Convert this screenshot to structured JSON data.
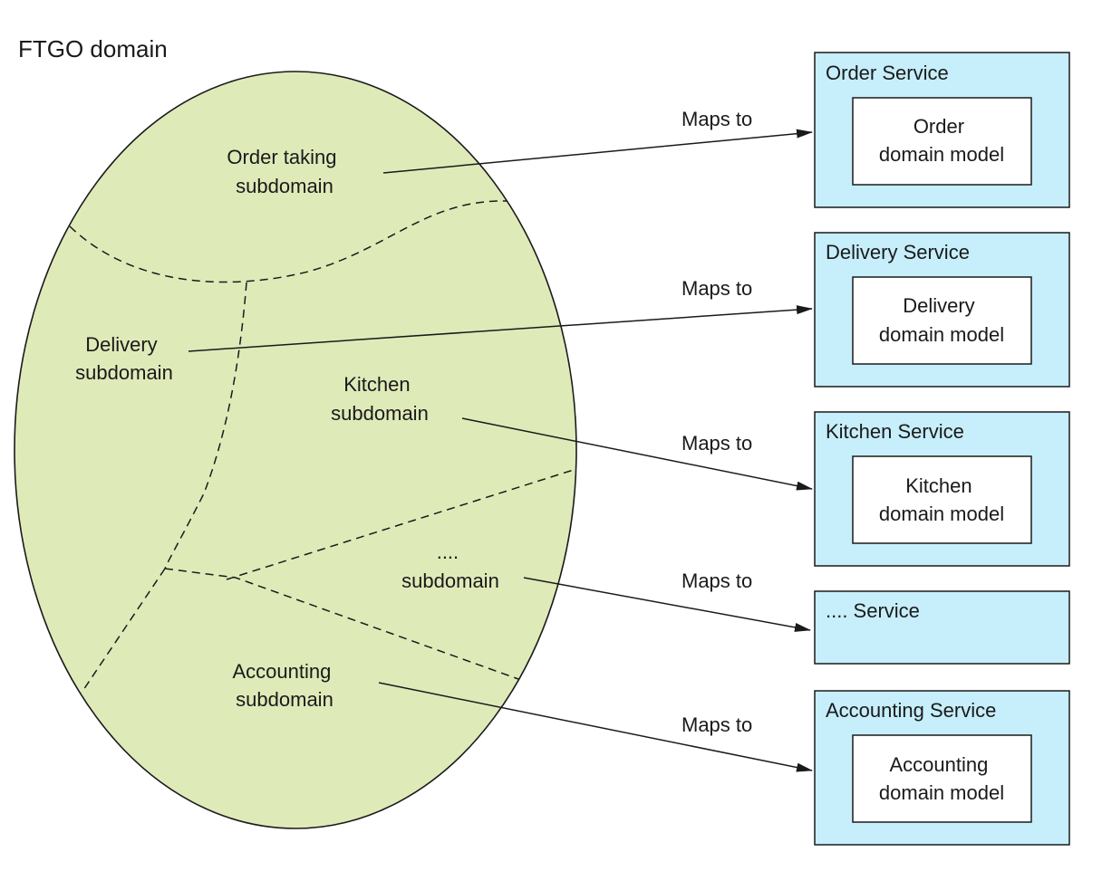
{
  "title": "FTGO domain",
  "colors": {
    "domain_fill": "#dfeab9",
    "service_fill": "#c6eefb",
    "model_fill": "#ffffff",
    "stroke": "#1a1a1a"
  },
  "subdomains": {
    "order": [
      "Order taking",
      "subdomain"
    ],
    "delivery": [
      "Delivery",
      "subdomain"
    ],
    "kitchen": [
      "Kitchen",
      "subdomain"
    ],
    "other": [
      "....",
      "subdomain"
    ],
    "accounting": [
      "Accounting",
      "subdomain"
    ]
  },
  "edge_label": "Maps to",
  "services": {
    "order": {
      "name": "Order Service",
      "model": [
        "Order",
        "domain model"
      ]
    },
    "delivery": {
      "name": "Delivery Service",
      "model": [
        "Delivery",
        "domain model"
      ]
    },
    "kitchen": {
      "name": "Kitchen Service",
      "model": [
        "Kitchen",
        "domain model"
      ]
    },
    "other": {
      "name": ".... Service"
    },
    "accounting": {
      "name": "Accounting Service",
      "model": [
        "Accounting",
        "domain model"
      ]
    }
  }
}
